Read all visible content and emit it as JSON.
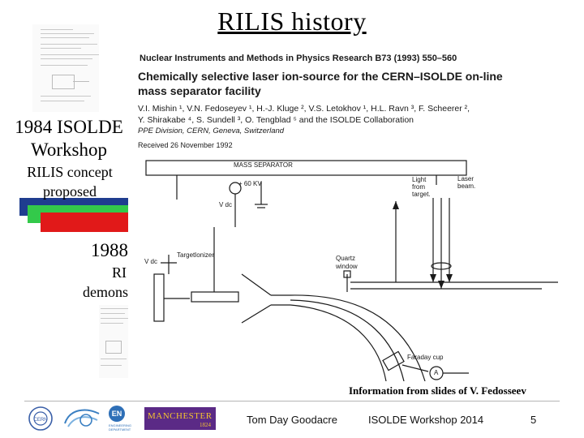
{
  "slide": {
    "title": "RILIS history",
    "page_number": "5"
  },
  "timeline": {
    "event_1984": {
      "heading_line1": "1984 ISOLDE",
      "heading_line2": "Workshop",
      "detail_line1": "RILIS concept",
      "detail_line2": "proposed"
    },
    "event_1988": {
      "heading": "1988",
      "detail_line1": "RI",
      "detail_line2": "demons"
    },
    "colors": {
      "navy": "#1f3d8f",
      "green": "#33c94a",
      "red": "#e11919"
    }
  },
  "paper": {
    "journal": "Nuclear Instruments and Methods in Physics Research B73 (1993) 550–560",
    "title_line1": "Chemically selective laser ion-source for the CERN–ISOLDE on-line",
    "title_line2": "mass separator facility",
    "authors_line1": "V.I. Mishin ¹, V.N. Fedoseyev ¹, H.-J. Kluge ², V.S. Letokhov ¹, H.L. Ravn ³, F. Scheerer ²,",
    "authors_line2": "Y. Shirakabe ⁴, S. Sundell ³, O. Tengblad ⁵ and the ISOLDE Collaboration",
    "affiliation": "PPE Division, CERN, Geneva, Switzerland",
    "received": "Received 26 November 1992",
    "diagram": {
      "mass_separator": "MASS SEPARATOR",
      "voltage": "+ 60 KV",
      "vdc_top": "V dc",
      "vdc_side": "V dc",
      "target": "Target",
      "ionizer": "Ionizer",
      "quartz_window_line1": "Quartz",
      "quartz_window_line2": "window",
      "light_line1": "Light",
      "light_line2": "from",
      "light_line3": "target.",
      "laser_line1": "Laser",
      "laser_line2": "beam.",
      "faraday_cup": "Faraday cup",
      "ammeter": "A"
    }
  },
  "credit": "Information from slides of V. Fedosseev",
  "footer": {
    "presenter": "Tom Day Goodacre",
    "event": "ISOLDE Workshop 2014",
    "manchester": "MANCHESTER",
    "manchester_year": "1824",
    "en_badge": "EN",
    "en_dept": "ENGINEERING DEPARTMENT",
    "cern_badge": "CERN"
  }
}
